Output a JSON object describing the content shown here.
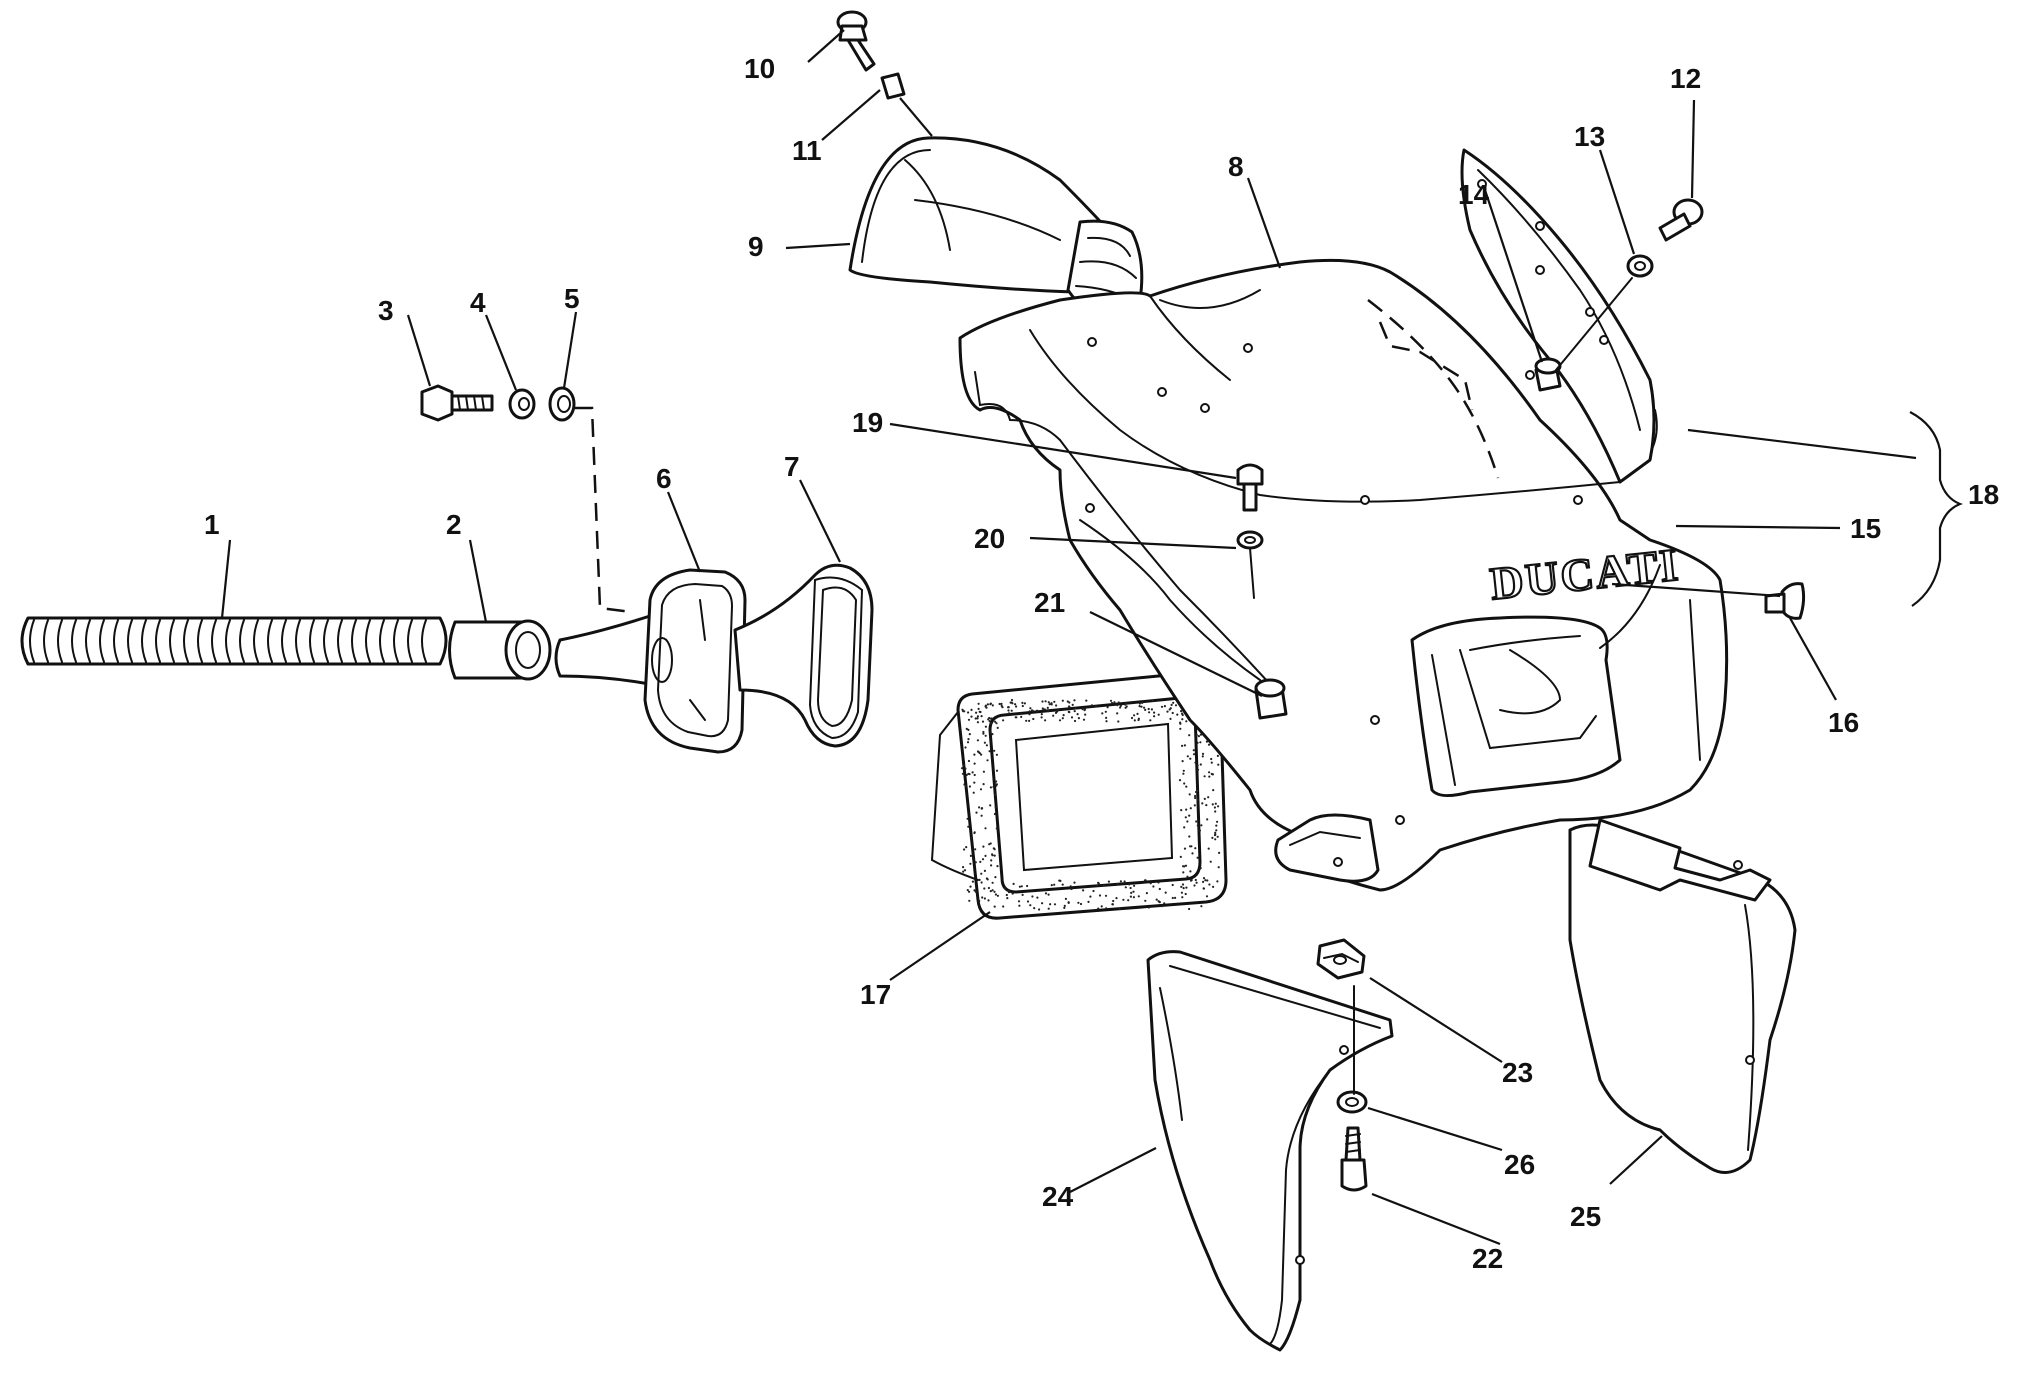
{
  "diagram": {
    "brand_text": "DUCATI",
    "callouts": [
      {
        "id": "1",
        "text": "1"
      },
      {
        "id": "2",
        "text": "2"
      },
      {
        "id": "3",
        "text": "3"
      },
      {
        "id": "4",
        "text": "4"
      },
      {
        "id": "5",
        "text": "5"
      },
      {
        "id": "6",
        "text": "6"
      },
      {
        "id": "7",
        "text": "7"
      },
      {
        "id": "8",
        "text": "8"
      },
      {
        "id": "9",
        "text": "9"
      },
      {
        "id": "10",
        "text": "10"
      },
      {
        "id": "11",
        "text": "11"
      },
      {
        "id": "12",
        "text": "12"
      },
      {
        "id": "13",
        "text": "13"
      },
      {
        "id": "14",
        "text": "14"
      },
      {
        "id": "15",
        "text": "15"
      },
      {
        "id": "16",
        "text": "16"
      },
      {
        "id": "17",
        "text": "17"
      },
      {
        "id": "18",
        "text": "18"
      },
      {
        "id": "19",
        "text": "19"
      },
      {
        "id": "20",
        "text": "20"
      },
      {
        "id": "21",
        "text": "21"
      },
      {
        "id": "22",
        "text": "22"
      },
      {
        "id": "23",
        "text": "23"
      },
      {
        "id": "24",
        "text": "24"
      },
      {
        "id": "25",
        "text": "25"
      },
      {
        "id": "26",
        "text": "26"
      }
    ]
  }
}
